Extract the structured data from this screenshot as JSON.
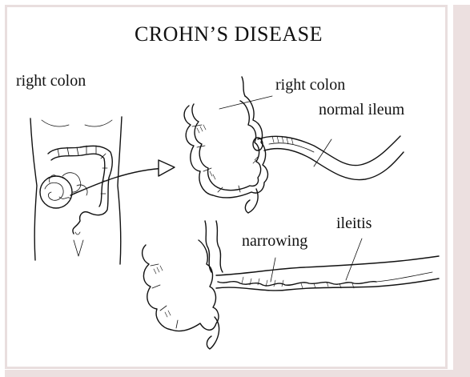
{
  "title": "CROHN’S DISEASE",
  "labels": {
    "torso_right_colon": "right colon",
    "detail_right_colon": "right colon",
    "normal_ileum": "normal ileum",
    "narrowing": "narrowing",
    "ileitis": "ileitis"
  },
  "colors": {
    "frame": "#e9dede",
    "shadow": "#ece0e0",
    "ink": "#111111",
    "background": "#ffffff"
  }
}
